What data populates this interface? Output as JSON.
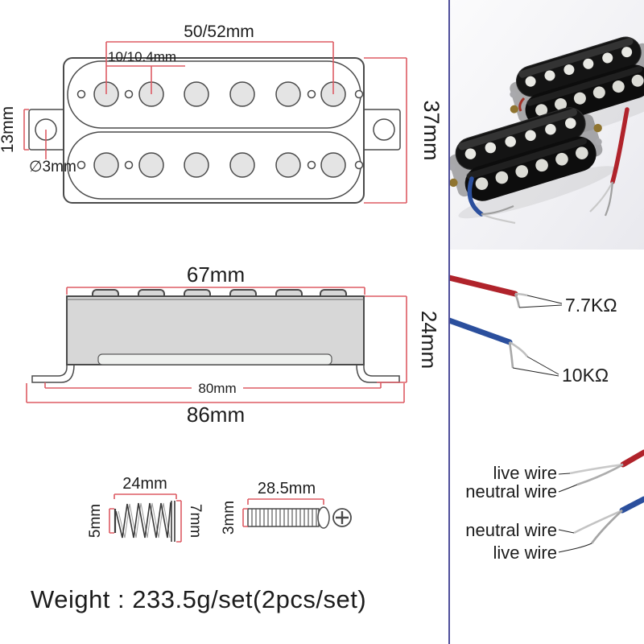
{
  "colors": {
    "dim": "#dd5b64",
    "outline": "#4a4a4a",
    "ink": "#1c1c1c",
    "divider": "#4f4f9b",
    "wire-red": "#b0232b",
    "wire-blue": "#2b4f9d"
  },
  "top_view": {
    "pole_spacing": "50/52mm",
    "pole_pitch": "10/10.4mm",
    "body_height": "37mm",
    "tab_width": "13mm",
    "hole_diameter": "∅3mm"
  },
  "side_view": {
    "top_width": "67mm",
    "height": "24mm",
    "leg_span": "80mm",
    "base_width": "86mm"
  },
  "spring": {
    "length": "24mm",
    "small_end": "5mm",
    "large_end": "7mm"
  },
  "screw": {
    "length": "28.5mm",
    "diameter": "3mm"
  },
  "weight_note": "Weight : 233.5g/set(2pcs/set)",
  "wiring": {
    "bridge": {
      "resistance": "7.7KΩ"
    },
    "neck": {
      "resistance": "10KΩ"
    },
    "red_pair": {
      "top": "live wire",
      "bottom": "neutral wire"
    },
    "blue_pair": {
      "top": "neutral wire",
      "bottom": "live wire"
    }
  }
}
